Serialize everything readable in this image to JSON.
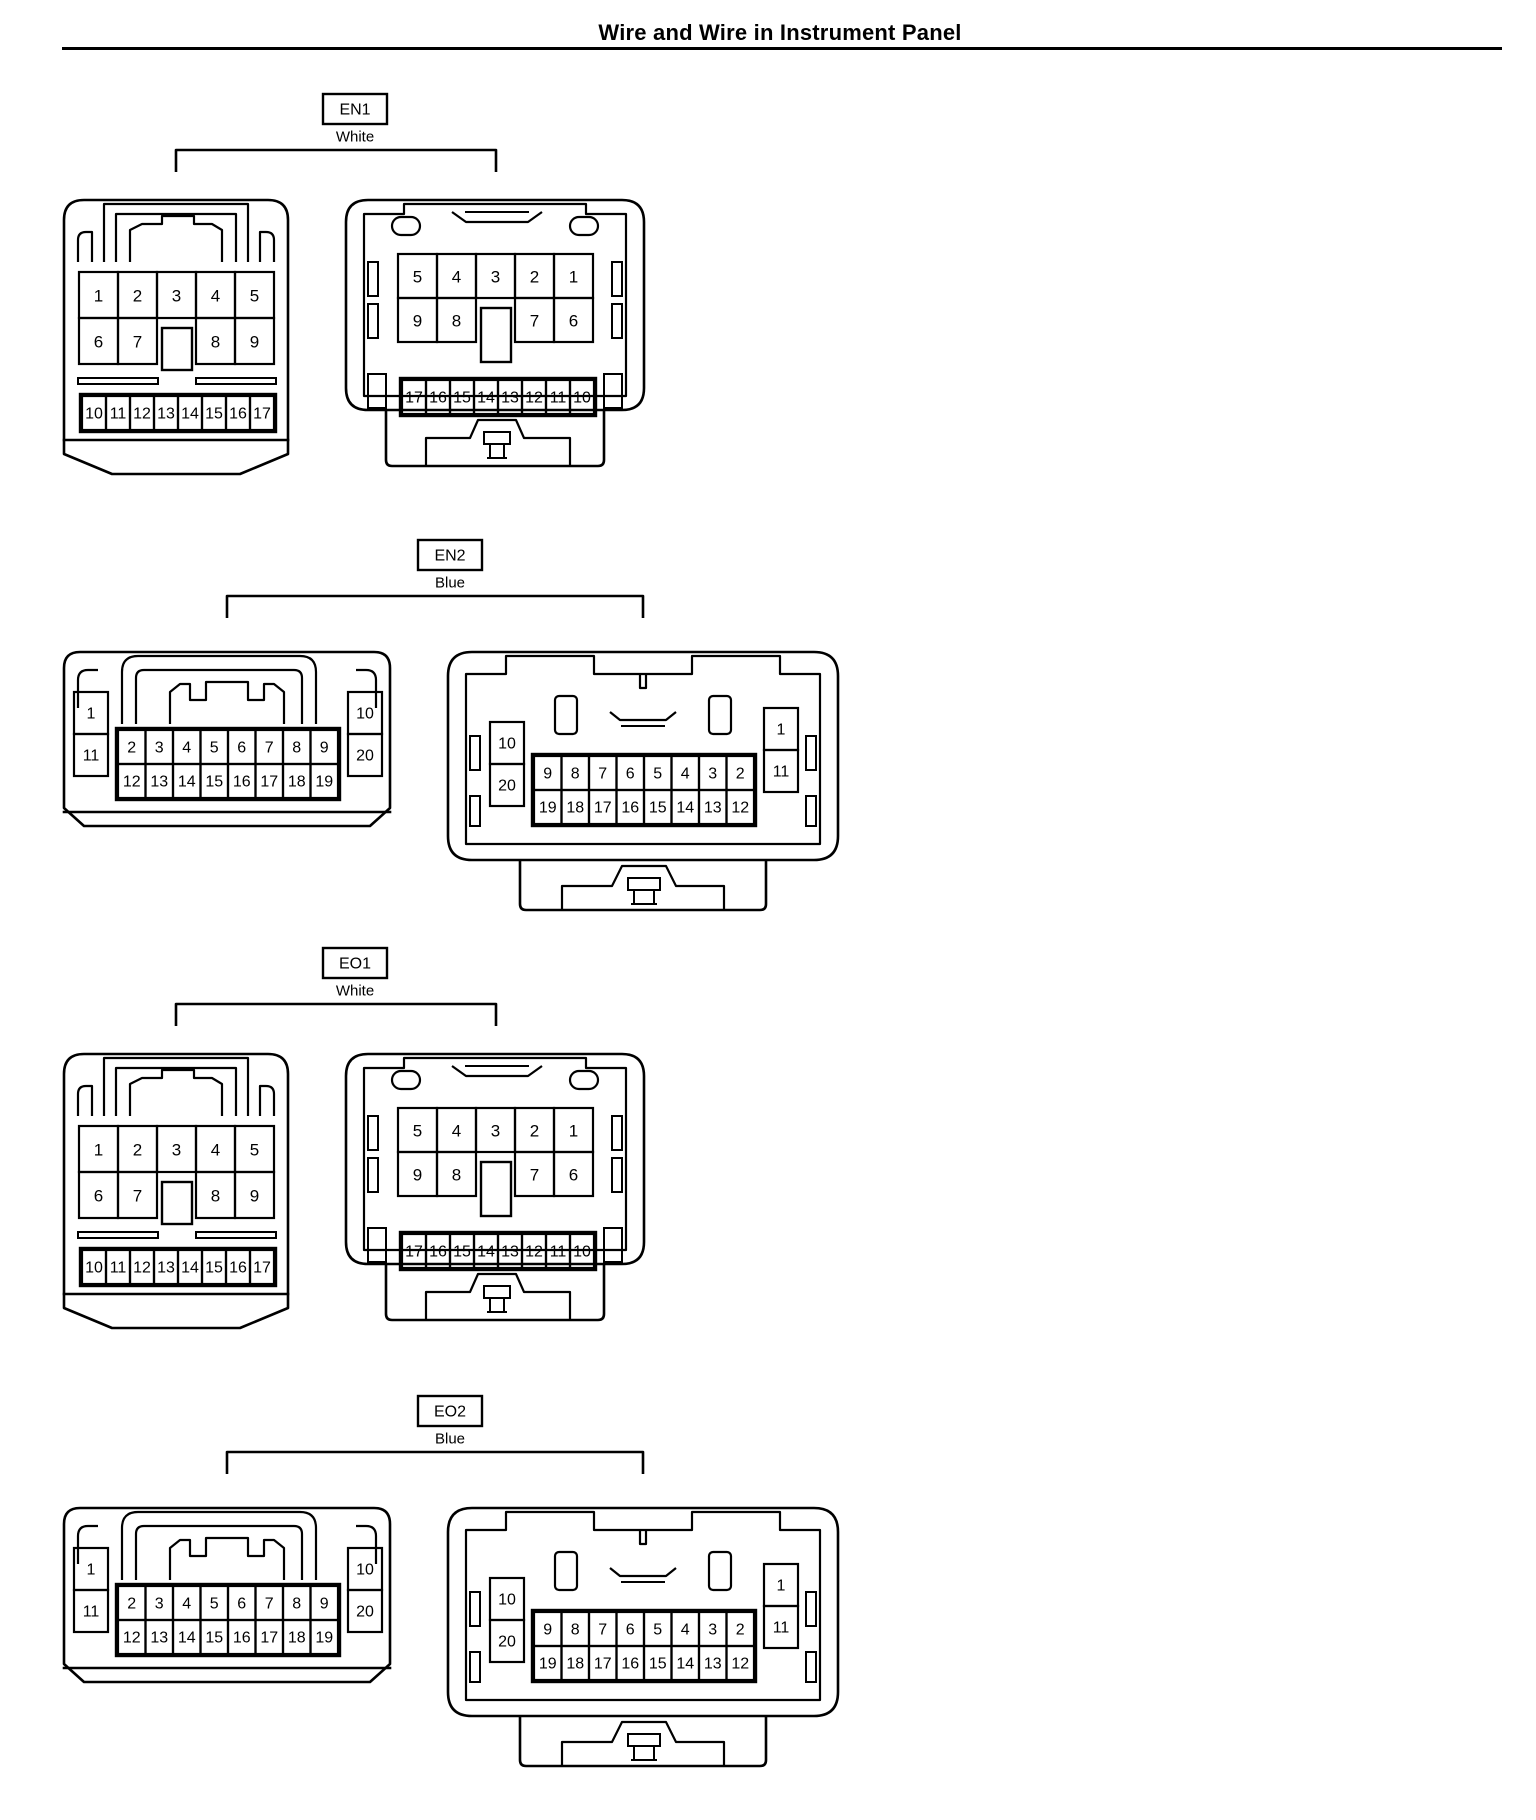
{
  "page_title": "Wire and Wire in Instrument Panel",
  "connectors": [
    {
      "code": "EN1",
      "color": "White",
      "kind": "17",
      "left_pins": {
        "top": [
          "1",
          "2",
          "3",
          "4",
          "5"
        ],
        "mid_l": [
          "6",
          "7"
        ],
        "mid_r": [
          "8",
          "9"
        ],
        "bottom": [
          "10",
          "11",
          "12",
          "13",
          "14",
          "15",
          "16",
          "17"
        ]
      },
      "right_pins": {
        "top": [
          "5",
          "4",
          "3",
          "2",
          "1"
        ],
        "mid_l": [
          "9",
          "8"
        ],
        "mid_r": [
          "7",
          "6"
        ],
        "bottom": [
          "17",
          "16",
          "15",
          "14",
          "13",
          "12",
          "11",
          "10"
        ]
      }
    },
    {
      "code": "EN2",
      "color": "Blue",
      "kind": "20",
      "left_pins": {
        "side_l": [
          "1",
          "11"
        ],
        "side_r": [
          "10",
          "20"
        ],
        "top": [
          "2",
          "3",
          "4",
          "5",
          "6",
          "7",
          "8",
          "9"
        ],
        "bottom": [
          "12",
          "13",
          "14",
          "15",
          "16",
          "17",
          "18",
          "19"
        ]
      },
      "right_pins": {
        "side_l": [
          "10",
          "20"
        ],
        "side_r": [
          "1",
          "11"
        ],
        "top": [
          "9",
          "8",
          "7",
          "6",
          "5",
          "4",
          "3",
          "2"
        ],
        "bottom": [
          "19",
          "18",
          "17",
          "16",
          "15",
          "14",
          "13",
          "12"
        ]
      }
    },
    {
      "code": "EO1",
      "color": "White",
      "kind": "17",
      "left_pins": {
        "top": [
          "1",
          "2",
          "3",
          "4",
          "5"
        ],
        "mid_l": [
          "6",
          "7"
        ],
        "mid_r": [
          "8",
          "9"
        ],
        "bottom": [
          "10",
          "11",
          "12",
          "13",
          "14",
          "15",
          "16",
          "17"
        ]
      },
      "right_pins": {
        "top": [
          "5",
          "4",
          "3",
          "2",
          "1"
        ],
        "mid_l": [
          "9",
          "8"
        ],
        "mid_r": [
          "7",
          "6"
        ],
        "bottom": [
          "17",
          "16",
          "15",
          "14",
          "13",
          "12",
          "11",
          "10"
        ]
      }
    },
    {
      "code": "EO2",
      "color": "Blue",
      "kind": "20",
      "left_pins": {
        "side_l": [
          "1",
          "11"
        ],
        "side_r": [
          "10",
          "20"
        ],
        "top": [
          "2",
          "3",
          "4",
          "5",
          "6",
          "7",
          "8",
          "9"
        ],
        "bottom": [
          "12",
          "13",
          "14",
          "15",
          "16",
          "17",
          "18",
          "19"
        ]
      },
      "right_pins": {
        "side_l": [
          "10",
          "20"
        ],
        "side_r": [
          "1",
          "11"
        ],
        "top": [
          "9",
          "8",
          "7",
          "6",
          "5",
          "4",
          "3",
          "2"
        ],
        "bottom": [
          "19",
          "18",
          "17",
          "16",
          "15",
          "14",
          "13",
          "12"
        ]
      }
    }
  ]
}
